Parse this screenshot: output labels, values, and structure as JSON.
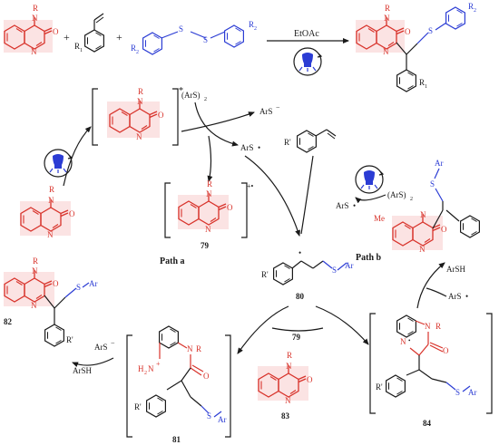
{
  "colors": {
    "black": "#1a1a1a",
    "red": "#d8332b",
    "blue": "#2b3cd4",
    "orange": "#e0801e",
    "highlight": "#fbe3e3"
  },
  "icons": {
    "light": "blue-led-lamp-icon",
    "cycle": "rotating-arrow-icon"
  },
  "labels": {
    "solvent": "EtOAc",
    "R": "R",
    "R1": "R",
    "R1_sup": "1",
    "R2": "R",
    "R2_sup": "2",
    "Rprime": "R'",
    "O": "O",
    "N": "N",
    "S": "S",
    "Ar": "Ar",
    "SAr": "S",
    "ArS2": "(ArS)",
    "ArS2_sub": "2",
    "ArS_anion": "ArS",
    "ArS_minus": "−",
    "ArS_radical": "ArS",
    "dot": "•",
    "ArSH": "ArSH",
    "Me": "Me",
    "H2N": "H",
    "H2N_sub": "2",
    "H2N_N": "N",
    "plus": "+",
    "star": "*",
    "radcation": "+•"
  },
  "compounds": {
    "c79_top": "79",
    "c79_arrow": "79",
    "c80": "80",
    "c81": "81",
    "c82": "82",
    "c83": "83",
    "c84": "84"
  },
  "paths": {
    "a": "Path a",
    "b": "Path b"
  }
}
